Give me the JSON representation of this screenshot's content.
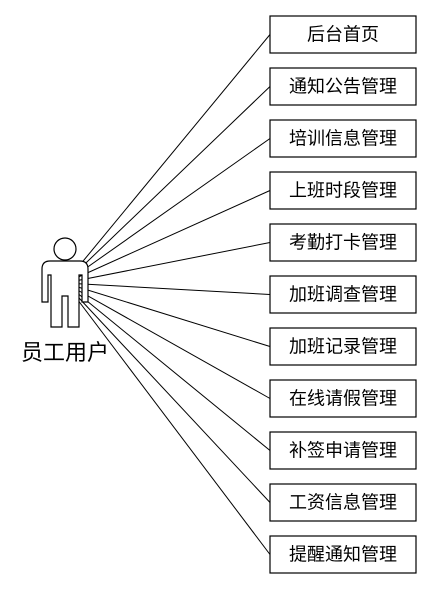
{
  "actor": {
    "label": "员工用户"
  },
  "use_cases": [
    {
      "label": "后台首页"
    },
    {
      "label": "通知公告管理"
    },
    {
      "label": "培训信息管理"
    },
    {
      "label": "上班时段管理"
    },
    {
      "label": "考勤打卡管理"
    },
    {
      "label": "加班调查管理"
    },
    {
      "label": "加班记录管理"
    },
    {
      "label": "在线请假管理"
    },
    {
      "label": "补签申请管理"
    },
    {
      "label": "工资信息管理"
    },
    {
      "label": "提醒通知管理"
    }
  ]
}
